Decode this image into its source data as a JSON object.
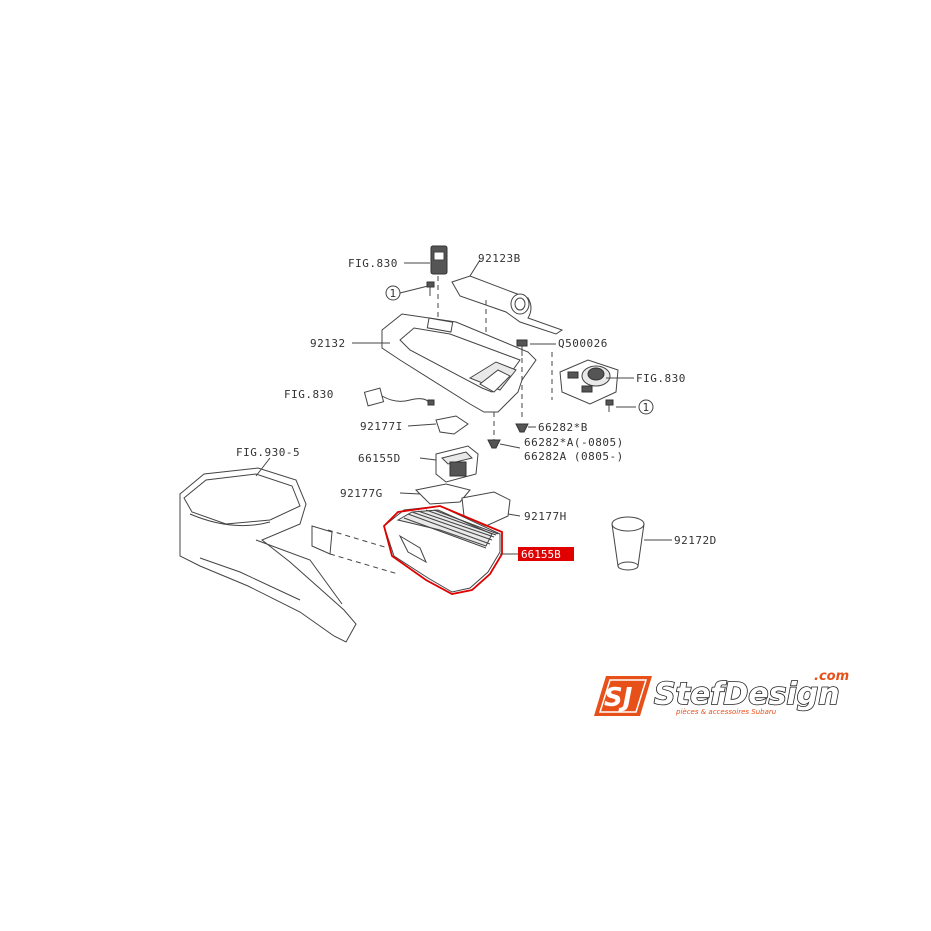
{
  "labels": {
    "fig830_top": "FIG.830",
    "p92123B": "92123B",
    "p92132": "92132",
    "q500026": "Q500026",
    "fig830_right": "FIG.830",
    "fig830_left": "FIG.830",
    "p92177I": "92177I",
    "p66282_B": "66282*B",
    "p66282_A_old": "66282*A(-0805)",
    "p66282A_new": "66282A (0805-)",
    "p66155D": "66155D",
    "fig930_5": "FIG.930-5",
    "p92177G": "92177G",
    "p92177H": "92177H",
    "p66155B": "66155B",
    "p92172D": "92172D",
    "circle_ref": "1"
  },
  "highlight": {
    "part": "66155B",
    "color": "#e00000"
  },
  "logo": {
    "mark": "SJ",
    "name": "StefDesign",
    "domain": ".com",
    "tagline": "pièces & accessoires Subaru",
    "accent_color": "#e8501a"
  }
}
